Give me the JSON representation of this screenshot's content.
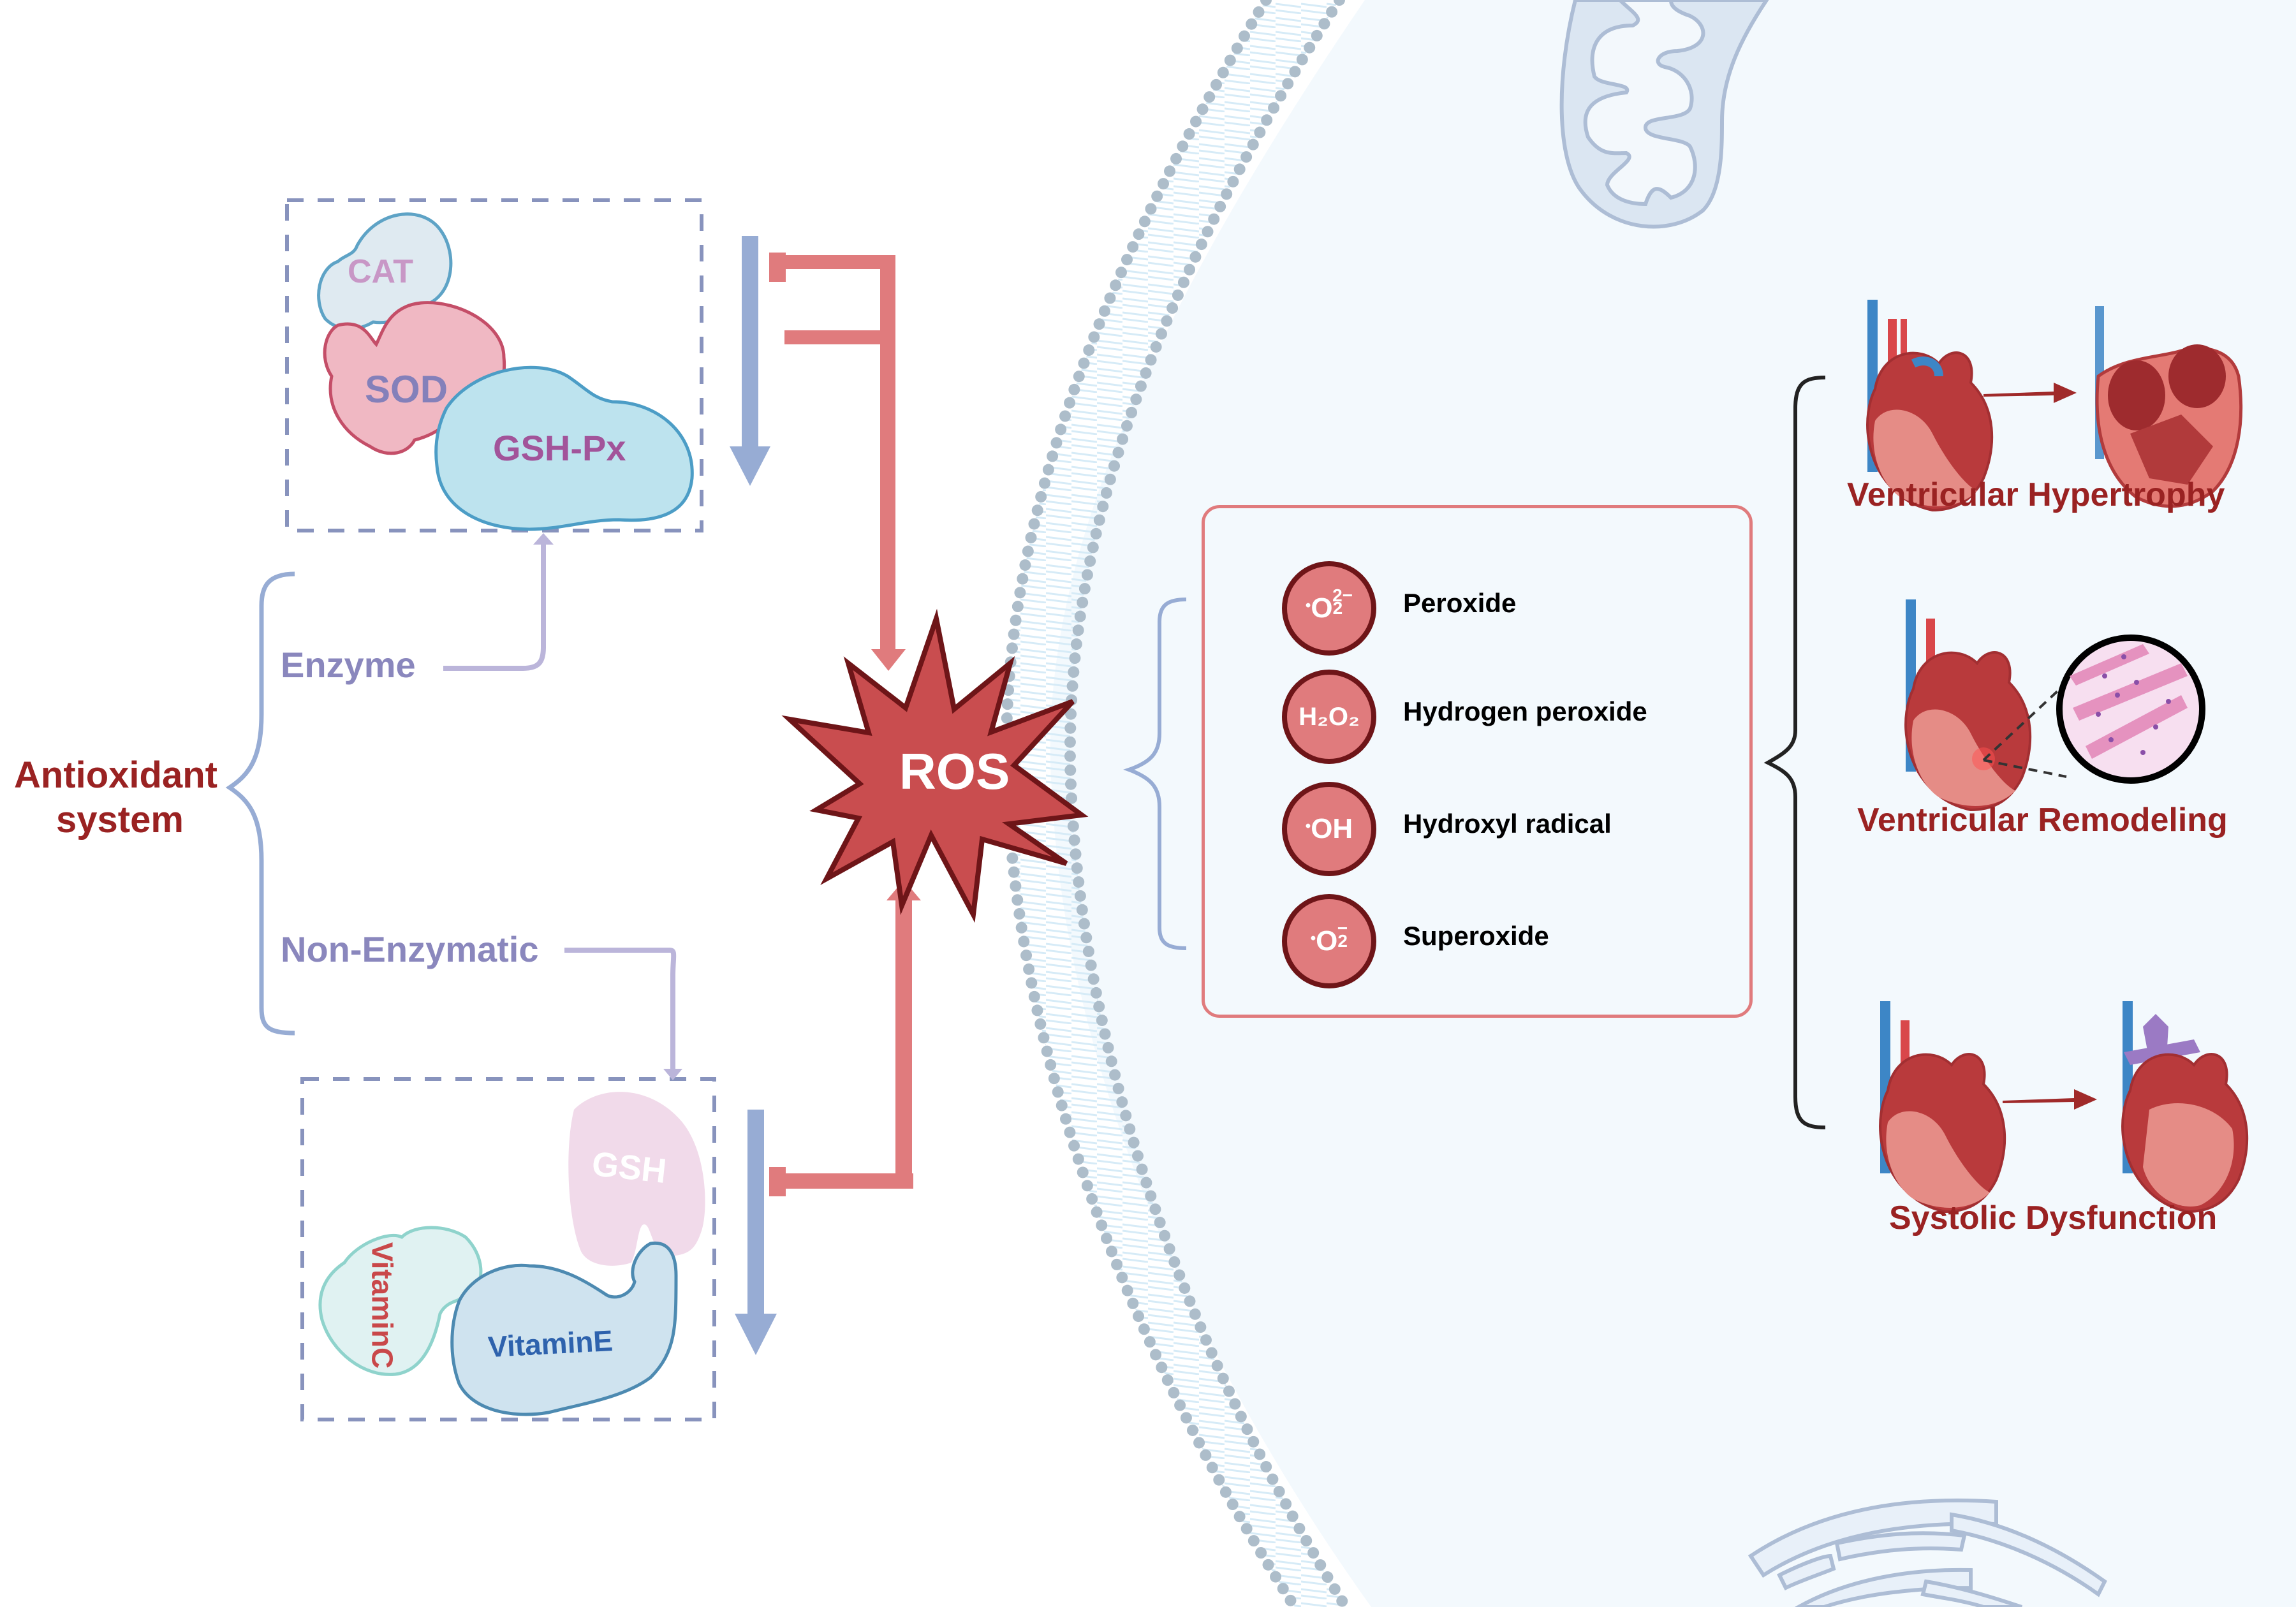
{
  "figure": {
    "antioxidant_system": {
      "title_line1": "Antioxidant",
      "title_line2": "system",
      "branches": [
        {
          "label": "Enzyme",
          "members": [
            "CAT",
            "SOD",
            "GSH-Px"
          ]
        },
        {
          "label": "Non-Enzymatic",
          "members": [
            "GSH",
            "VitaminC",
            "VitaminE"
          ]
        }
      ]
    },
    "ros": {
      "label": "ROS",
      "species": [
        {
          "formula_main": "O",
          "formula_sub": "2",
          "formula_sup": "2−",
          "radical": "•",
          "name": "Peroxide"
        },
        {
          "formula_main": "H₂O₂",
          "name": "Hydrogen peroxide"
        },
        {
          "formula_main": "OH",
          "radical": "•",
          "name": "Hydroxyl radical"
        },
        {
          "formula_main": "O",
          "formula_sub": "2",
          "formula_sup": "−",
          "radical": "•",
          "name": "Superoxide"
        }
      ]
    },
    "outcomes": [
      {
        "label": "Ventricular Hypertrophy"
      },
      {
        "label": "Ventricular Remodeling"
      },
      {
        "label": "Systolic Dysfunction"
      }
    ],
    "colors": {
      "title_red": "#9a2222",
      "branch_purple": "#8a87bd",
      "ros_fill": "#c94d4f",
      "ros_stroke": "#6e1518",
      "species_fill": "#e07b7d",
      "inhibit_arrow": "#e07b7d",
      "down_arrow": "#97acd4",
      "bracket_blue": "#97acd4",
      "cell_bg": "#f3f9fd",
      "membrane_head": "#adbdca"
    }
  }
}
